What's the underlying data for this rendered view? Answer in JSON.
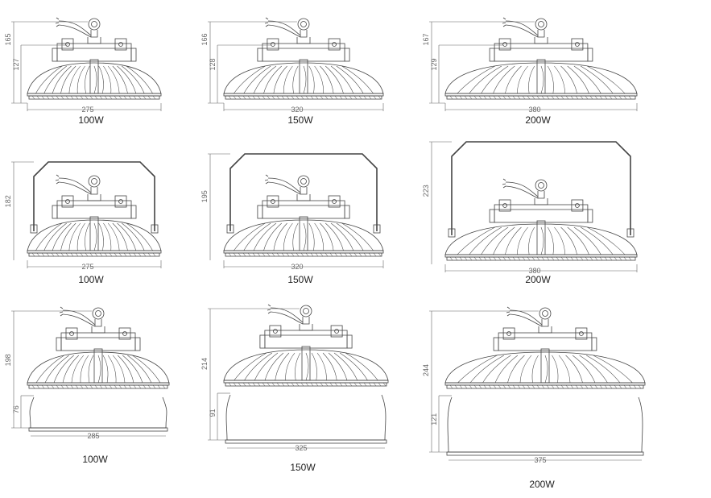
{
  "diagram": {
    "variants": [
      {
        "style": "standard",
        "power": "100W",
        "height": "165",
        "body_height": "127",
        "width": "275"
      },
      {
        "style": "standard",
        "power": "150W",
        "height": "166",
        "body_height": "128",
        "width": "320"
      },
      {
        "style": "standard",
        "power": "200W",
        "height": "167",
        "body_height": "129",
        "width": "380"
      },
      {
        "style": "bracket",
        "power": "100W",
        "height": "182",
        "width": "275"
      },
      {
        "style": "bracket",
        "power": "150W",
        "height": "195",
        "width": "320"
      },
      {
        "style": "bracket",
        "power": "200W",
        "height": "223",
        "width": "380"
      },
      {
        "style": "reflector",
        "power": "100W",
        "height": "198",
        "reflector_height": "76",
        "width": "285"
      },
      {
        "style": "reflector",
        "power": "150W",
        "height": "214",
        "reflector_height": "91",
        "width": "325"
      },
      {
        "style": "reflector",
        "power": "200W",
        "height": "244",
        "reflector_height": "121",
        "width": "375"
      }
    ]
  }
}
